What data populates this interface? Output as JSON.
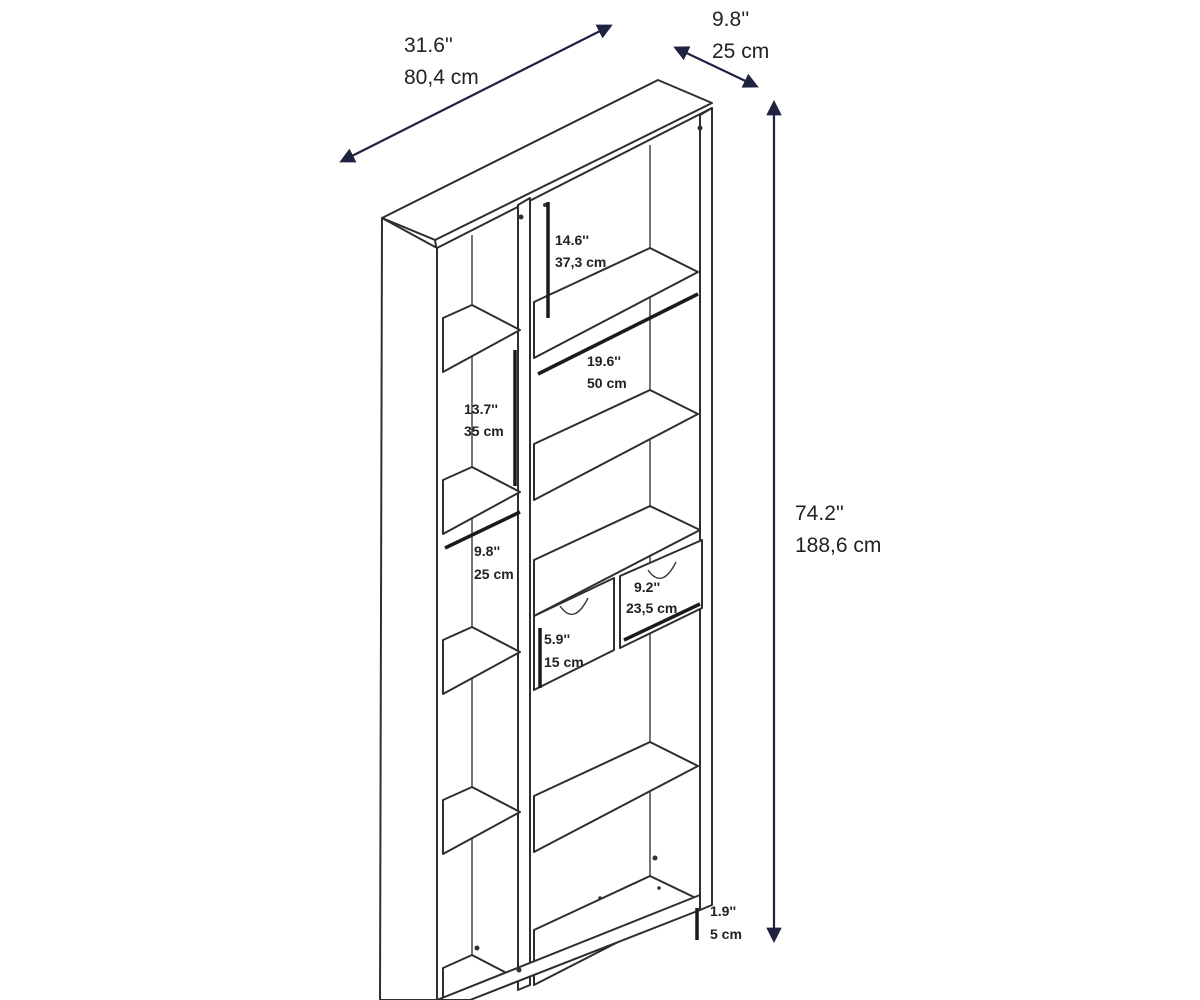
{
  "dimensions": {
    "width": {
      "imperial": "31.6''",
      "metric": "80,4 cm"
    },
    "depth": {
      "imperial": "9.8''",
      "metric": "25 cm"
    },
    "height": {
      "imperial": "74.2''",
      "metric": "188,6 cm"
    },
    "top_shelf": {
      "imperial": "14.6''",
      "metric": "37,3 cm"
    },
    "shelf_width": {
      "imperial": "19.6''",
      "metric": "50 cm"
    },
    "left_tall": {
      "imperial": "13.7''",
      "metric": "35 cm"
    },
    "left_depth": {
      "imperial": "9.8''",
      "metric": "25 cm"
    },
    "drawer_width": {
      "imperial": "9.2''",
      "metric": "23,5 cm"
    },
    "drawer_height": {
      "imperial": "5.9''",
      "metric": "15 cm"
    },
    "plinth": {
      "imperial": "1.9''",
      "metric": "5 cm"
    }
  },
  "colors": {
    "line": "#2e2e2e",
    "dimension_arrow": "#1f2340",
    "background": "#ffffff"
  }
}
